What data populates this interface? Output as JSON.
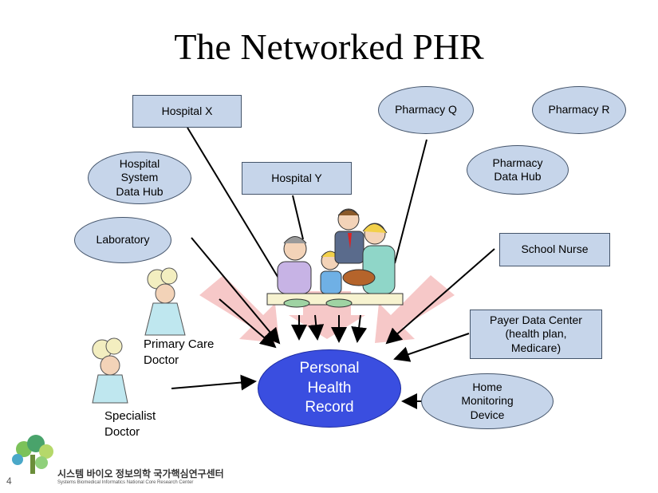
{
  "title": "The Networked PHR",
  "center": {
    "line1": "Personal",
    "line2": "Health",
    "line3": "Record"
  },
  "nodes": {
    "hospital_x": "Hospital X",
    "hospital_y": "Hospital Y",
    "hospital_hub": {
      "line1": "Hospital",
      "line2": "System",
      "line3": "Data Hub"
    },
    "laboratory": "Laboratory",
    "pharmacy_q": "Pharmacy Q",
    "pharmacy_r": "Pharmacy R",
    "pharmacy_hub": {
      "line1": "Pharmacy",
      "line2": "Data Hub"
    },
    "school_nurse": "School Nurse",
    "payer": {
      "line1": "Payer Data Center",
      "line2": "(health plan,",
      "line3": "Medicare)"
    },
    "home_monitor": {
      "line1": "Home",
      "line2": "Monitoring",
      "line3": "Device"
    },
    "primary_care": {
      "line1": "Primary Care",
      "line2": "Doctor"
    },
    "specialist": {
      "line1": "Specialist",
      "line2": "Doctor"
    }
  },
  "footer": {
    "slide_number": "4",
    "logo_korean": "시스템 바이오 정보의학 국가핵심연구센터",
    "logo_english": "Systems Biomedical Informatics National Core Research Center"
  },
  "colors": {
    "node_fill": "#c6d5ea",
    "node_border": "#44546a",
    "phr_fill": "#3a4ee0",
    "big_arrow": "#f6c8c8"
  }
}
